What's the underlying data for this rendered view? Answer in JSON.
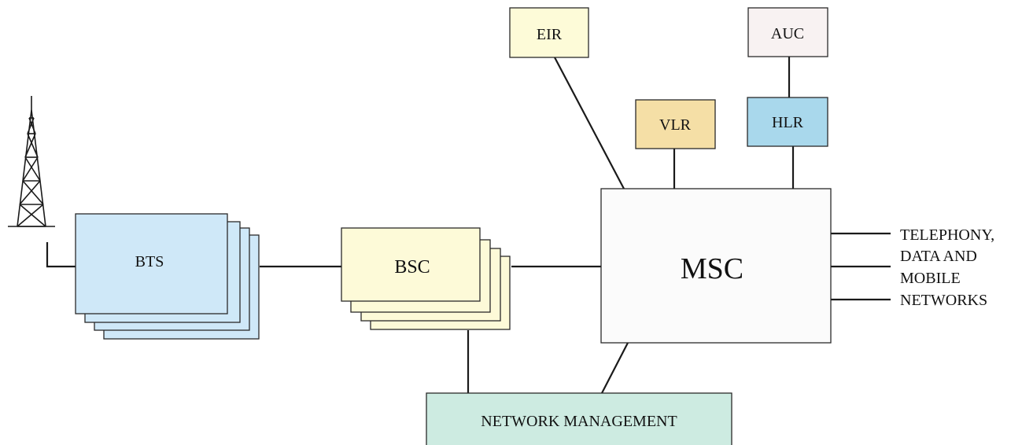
{
  "nodes": {
    "eir": {
      "label": "EIR",
      "color": "#fdfbd8"
    },
    "auc": {
      "label": "AUC",
      "color": "#f8f2f2"
    },
    "vlr": {
      "label": "VLR",
      "color": "#f5dfa6"
    },
    "hlr": {
      "label": "HLR",
      "color": "#a9d8ec"
    },
    "bts": {
      "label": "BTS",
      "color": "#cfe8f8"
    },
    "bsc": {
      "label": "BSC",
      "color": "#fdfad8"
    },
    "msc": {
      "label": "MSC",
      "color": "#fbfbfb"
    },
    "nm": {
      "label": "NETWORK MANAGEMENT",
      "color": "#cdebe1"
    }
  },
  "external": {
    "lines": [
      "TELEPHONY,",
      "DATA AND",
      "MOBILE",
      "NETWORKS"
    ]
  },
  "icons": {
    "antenna": "antenna-tower-icon"
  }
}
